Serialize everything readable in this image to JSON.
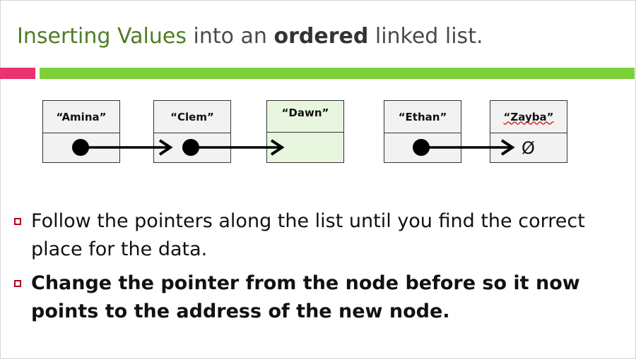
{
  "title": {
    "part1": "Inserting Values",
    "part2": " into an ",
    "part3": "ordered",
    "part4": " linked list."
  },
  "nodes": [
    {
      "label": "“Amina”"
    },
    {
      "label": "“Clem”"
    },
    {
      "label": "“Dawn”"
    },
    {
      "label": "“Ethan”"
    },
    {
      "label": "“Zayba”"
    }
  ],
  "null_symbol": "Ø",
  "bullets": [
    {
      "text": "Follow the pointers along the list until you find the correct place for the data."
    },
    {
      "text": "Change the pointer from the node before so it now points to the address of the new node."
    }
  ],
  "colors": {
    "title_green": "#4f7d24",
    "bar_pink": "#e8336f",
    "bar_green": "#7ed03b",
    "bullet_marker": "#b3001b",
    "new_node_fill": "#e9f6df"
  }
}
